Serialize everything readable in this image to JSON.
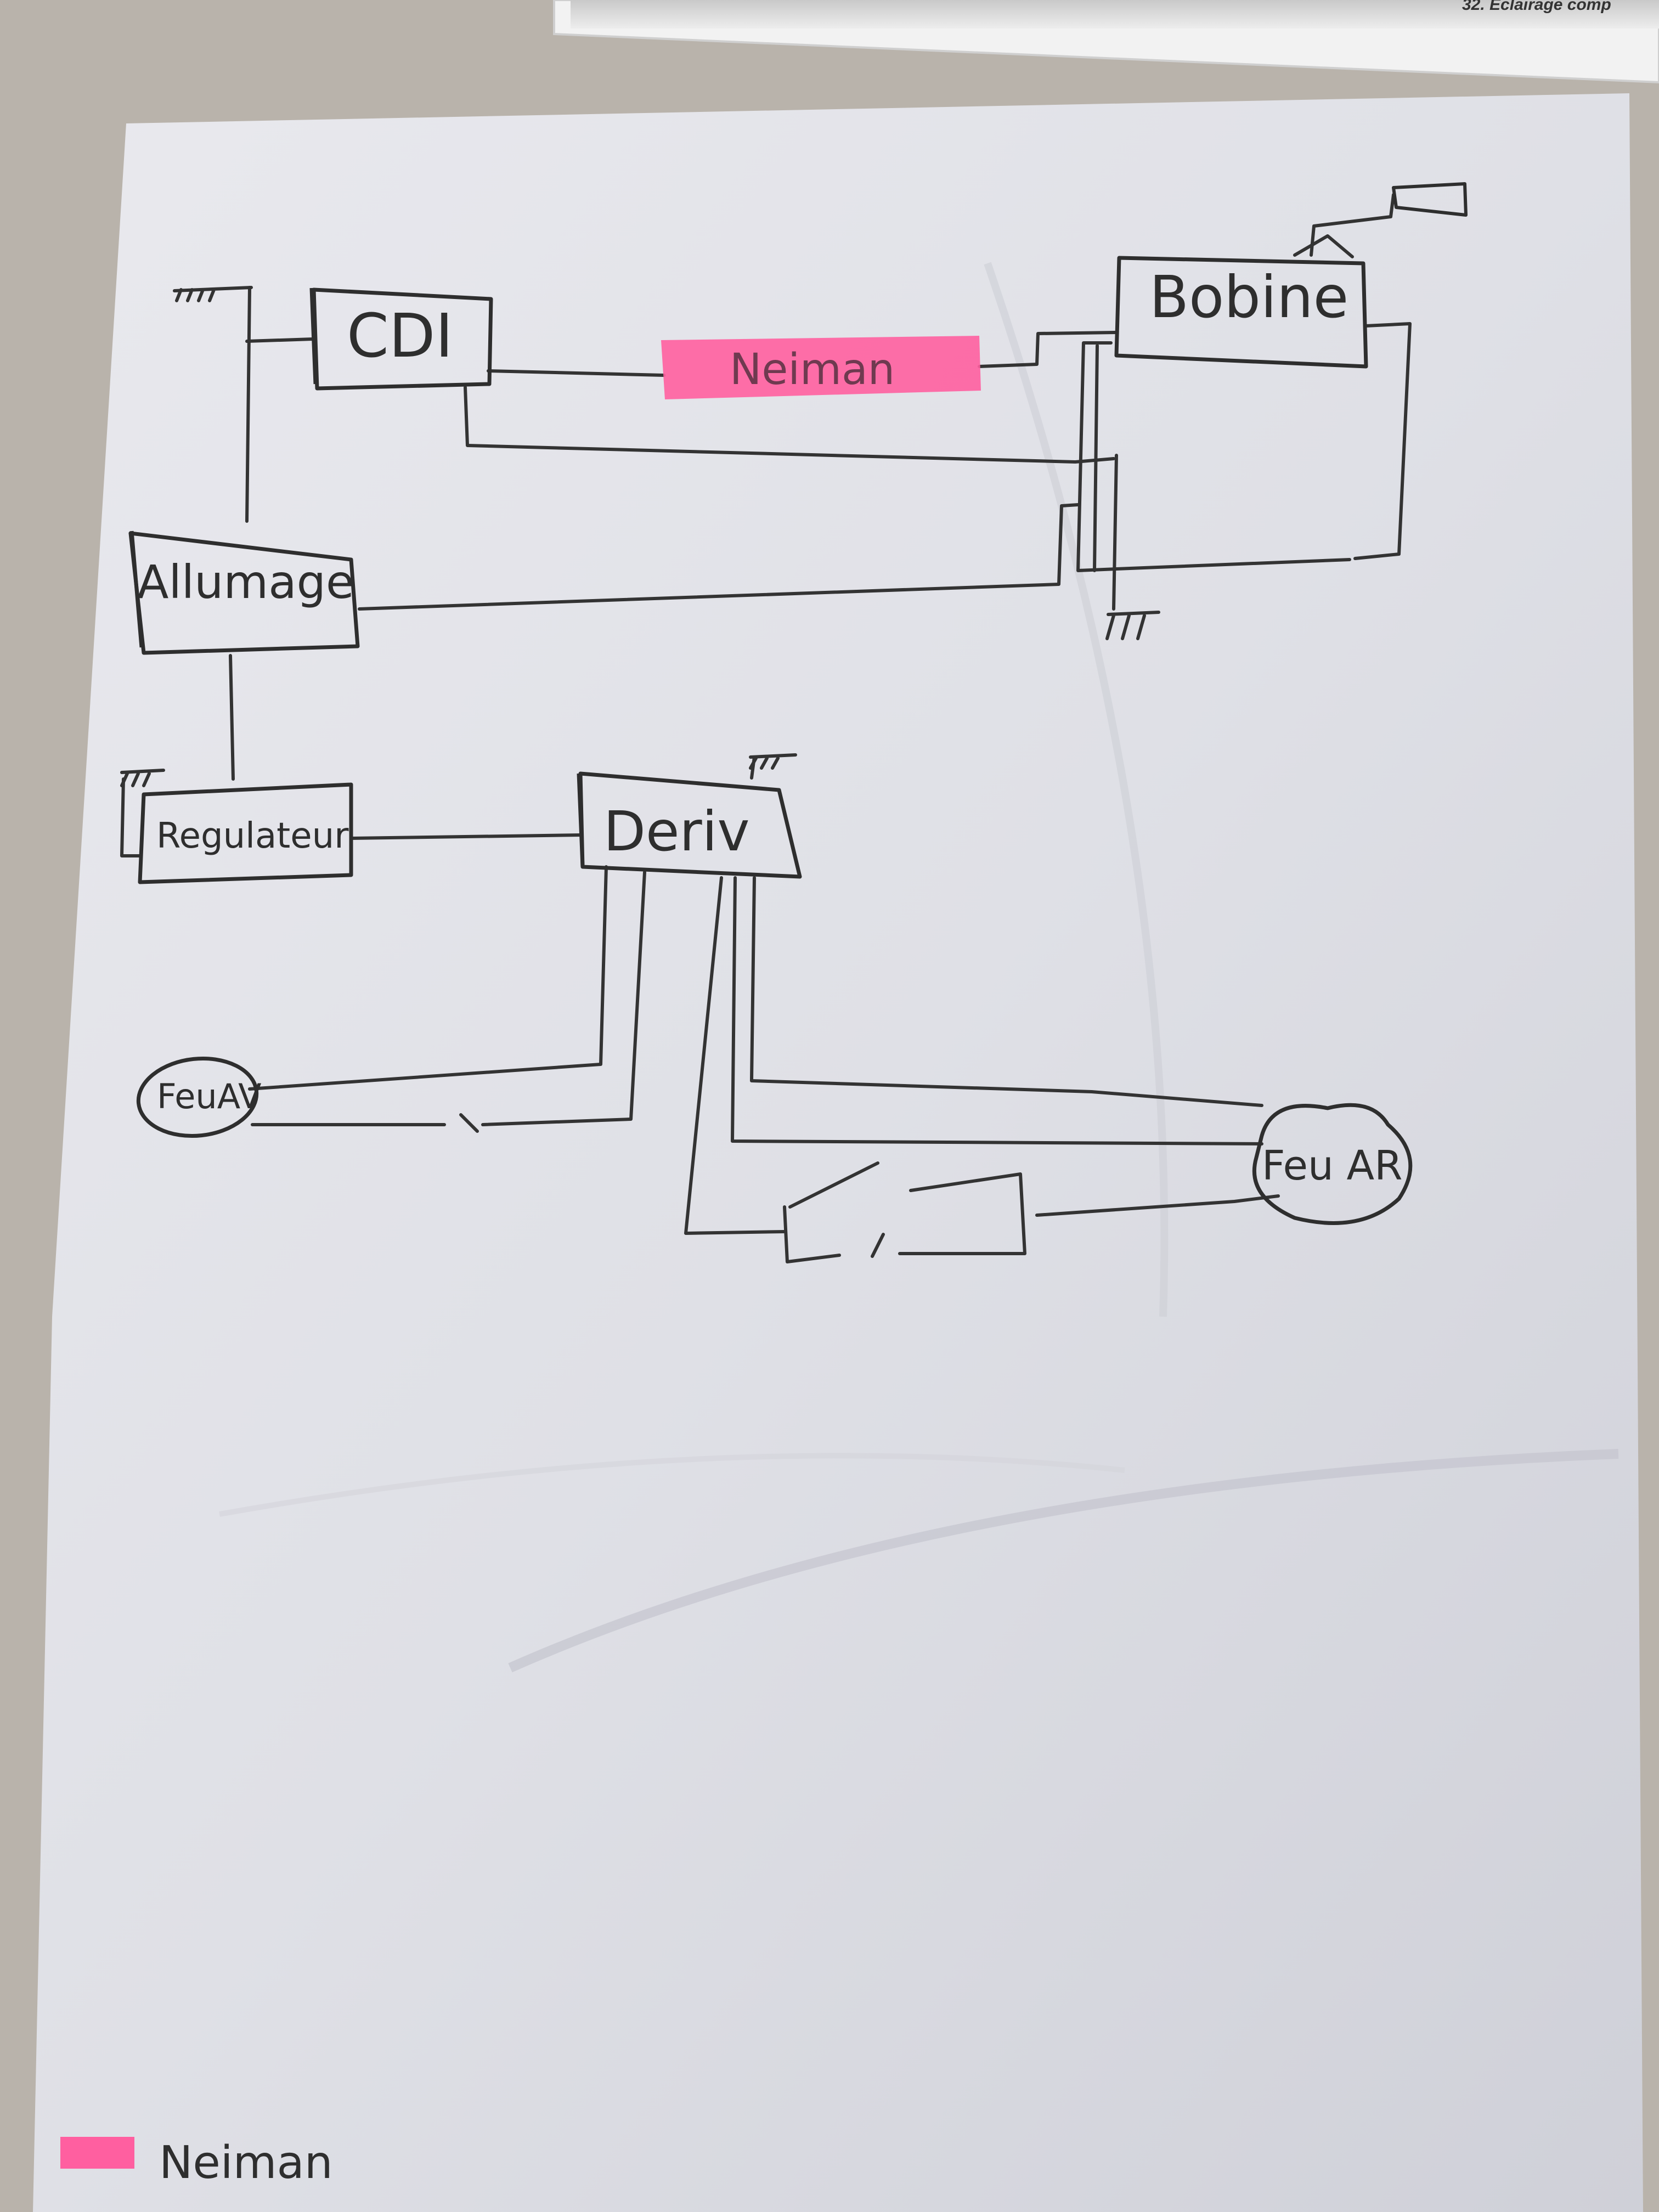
{
  "printed_sheet": {
    "caption": "32. Eclairage comp"
  },
  "diagram": {
    "labels": {
      "cdi": "CDI",
      "neiman": "Neiman",
      "bobine": "Bobine",
      "allumage": "Allumage",
      "regulateur": "Regulateur",
      "deriv": "Deriv",
      "feu_av": "FeuAV",
      "feu_ar": "Feu AR"
    },
    "highlight_color": "#ff5fa0",
    "ink_color": "#2e2e2e"
  },
  "legend": {
    "swatch_color": "#ff5fa0",
    "label": "Neiman"
  }
}
